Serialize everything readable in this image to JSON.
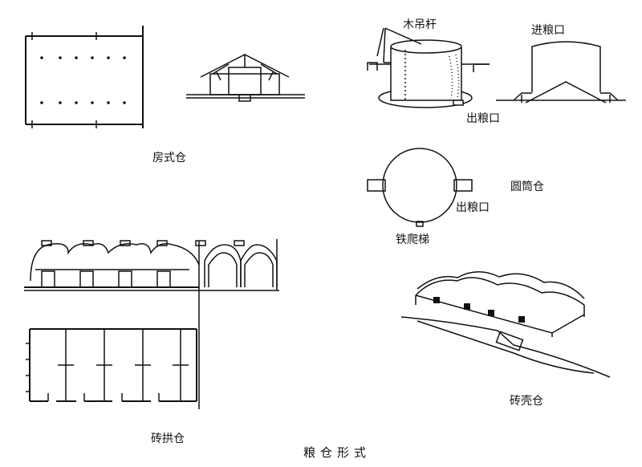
{
  "labels": {
    "house_granary": "房式仓",
    "wooden_crane": "木吊杆",
    "inlet": "进粮口",
    "outlet_top": "出粮口",
    "cylinder_granary": "圆筒仓",
    "outlet_bottom": "出粮口",
    "iron_ladder": "铁爬梯",
    "brick_arch_granary": "砖拱仓",
    "brick_shell_granary": "砖壳仓"
  },
  "caption": "粮仓形式"
}
